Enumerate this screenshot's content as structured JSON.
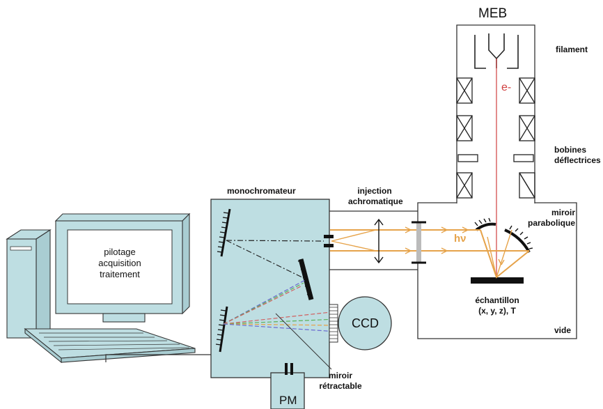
{
  "labels": {
    "meb": "MEB",
    "filament": "filament",
    "electron": "e-",
    "bobines_line1": "bobines",
    "bobines_line2": "déflectrices",
    "monochromateur": "monochromateur",
    "injection_line1": "injection",
    "injection_line2": "achromatique",
    "miroir_parabolique_line1": "miroir",
    "miroir_parabolique_line2": "parabolique",
    "photon": "hν",
    "echantillon_line1": "échantillon",
    "echantillon_line2": "(x, y, z), T",
    "vide": "vide",
    "ccd": "CCD",
    "pm": "PM",
    "miroir_retractable_line1": "miroir",
    "miroir_retractable_line2": "rétractable",
    "computer_line1": "pilotage",
    "computer_line2": "acquisition",
    "computer_line3": "traitement"
  },
  "colors": {
    "monochromator_fill": "#bedee2",
    "ccd_fill": "#bedee2",
    "pm_fill": "#bedee2",
    "computer_fill": "#bedee2",
    "electron_beam": "#d04040",
    "photon_path": "#e6a34a",
    "outline": "#333333"
  }
}
